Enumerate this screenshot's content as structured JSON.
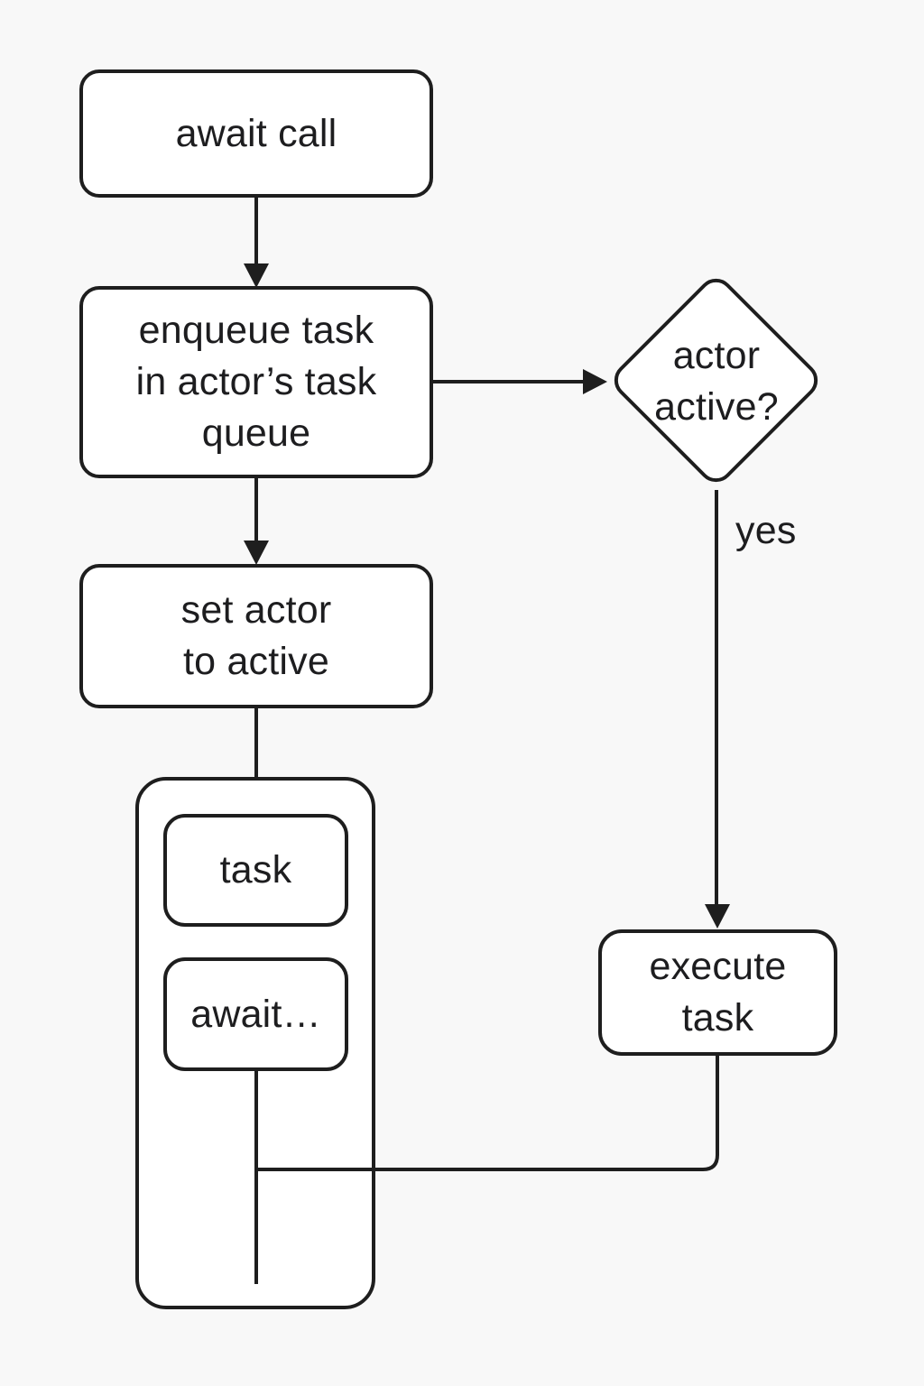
{
  "diagram": {
    "type": "flowchart",
    "colors": {
      "background": "#f8f8f8",
      "stroke": "#1e1e1e",
      "node_fill": "#ffffff",
      "text": "#1d1d1f"
    },
    "nodes": {
      "await_call": {
        "shape": "rounded-rect",
        "label": "await call"
      },
      "enqueue_task": {
        "shape": "rounded-rect",
        "label": "enqueue task\nin actor’s task\nqueue"
      },
      "actor_active": {
        "shape": "diamond",
        "label": "actor\nactive?"
      },
      "set_actor_active": {
        "shape": "rounded-rect",
        "label": "set actor\nto active"
      },
      "task_container": {
        "shape": "rounded-rect-group",
        "label": ""
      },
      "task": {
        "shape": "rounded-rect",
        "label": "task"
      },
      "await_ellipsis": {
        "shape": "rounded-rect",
        "label": "await…"
      },
      "execute_task": {
        "shape": "rounded-rect",
        "label": "execute\ntask"
      }
    },
    "edges": {
      "await_call_to_enqueue": {
        "from": "await_call",
        "to": "enqueue_task",
        "arrow": true
      },
      "enqueue_to_actor_active": {
        "from": "enqueue_task",
        "to": "actor_active",
        "arrow": true
      },
      "enqueue_to_set_active": {
        "from": "enqueue_task",
        "to": "set_actor_active",
        "arrow": true
      },
      "set_active_to_container": {
        "from": "set_actor_active",
        "to": "task_container",
        "arrow": false
      },
      "actor_active_to_execute": {
        "from": "actor_active",
        "to": "execute_task",
        "arrow": true,
        "label": "yes"
      },
      "await_ellipsis_down": {
        "from": "await_ellipsis",
        "to": "",
        "arrow": false
      },
      "execute_to_queue_line": {
        "from": "execute_task",
        "to": "await_ellipsis_down",
        "arrow": false
      },
      "yes_label": "yes"
    }
  }
}
